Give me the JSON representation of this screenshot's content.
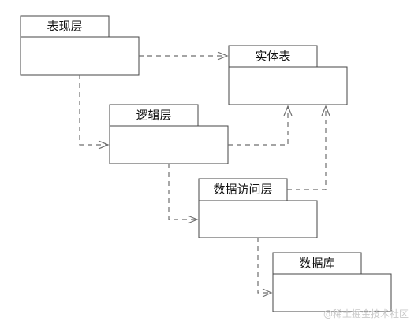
{
  "packages": {
    "presentation": "表现层",
    "entity": "实体表",
    "logic": "逻辑层",
    "data_access": "数据访问层",
    "database": "数据库"
  },
  "watermark": "@稀土掘金技术社区"
}
